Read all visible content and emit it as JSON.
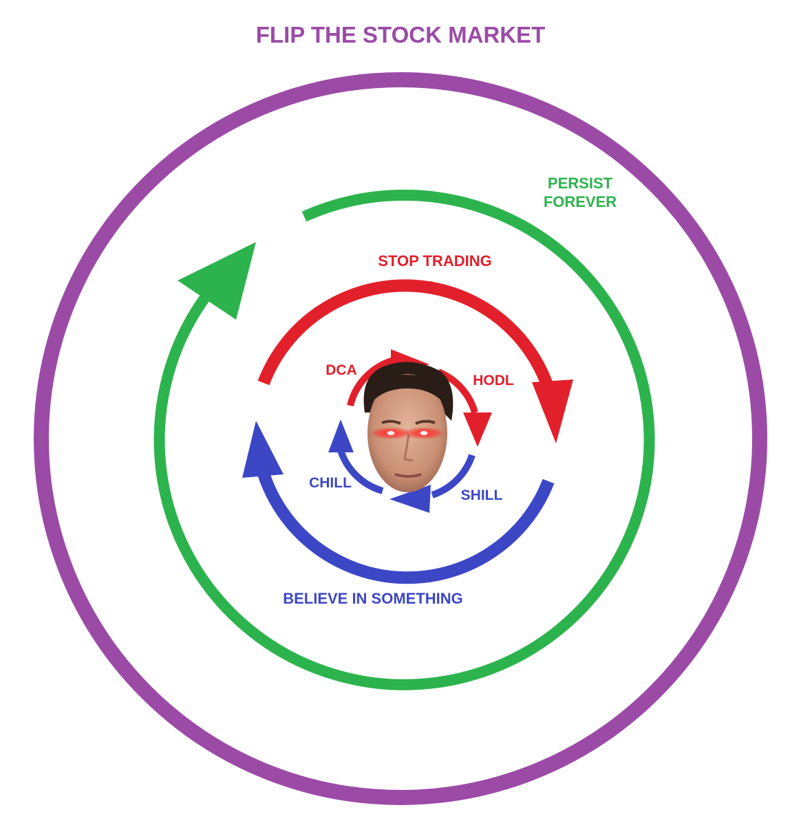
{
  "title": "FLIP THE STOCK MARKET",
  "rings": {
    "outer": {
      "color": "#9b4ba6"
    },
    "persist": {
      "label_line1": "PERSIST",
      "label_line2": "FOREVER",
      "color": "#2db34d"
    },
    "stop_trading": {
      "label": "STOP TRADING",
      "color": "#e2202b"
    },
    "believe": {
      "label": "BELIEVE IN SOMETHING",
      "color": "#3c47c6"
    }
  },
  "inner_cycle": {
    "dca": {
      "label": "DCA",
      "color": "#e2202b"
    },
    "hodl": {
      "label": "HODL",
      "color": "#e2202b"
    },
    "shill": {
      "label": "SHILL",
      "color": "#3c47c6"
    },
    "chill": {
      "label": "CHILL",
      "color": "#3c47c6"
    }
  },
  "center_image": {
    "icon": "face-with-laser-eyes-icon"
  }
}
